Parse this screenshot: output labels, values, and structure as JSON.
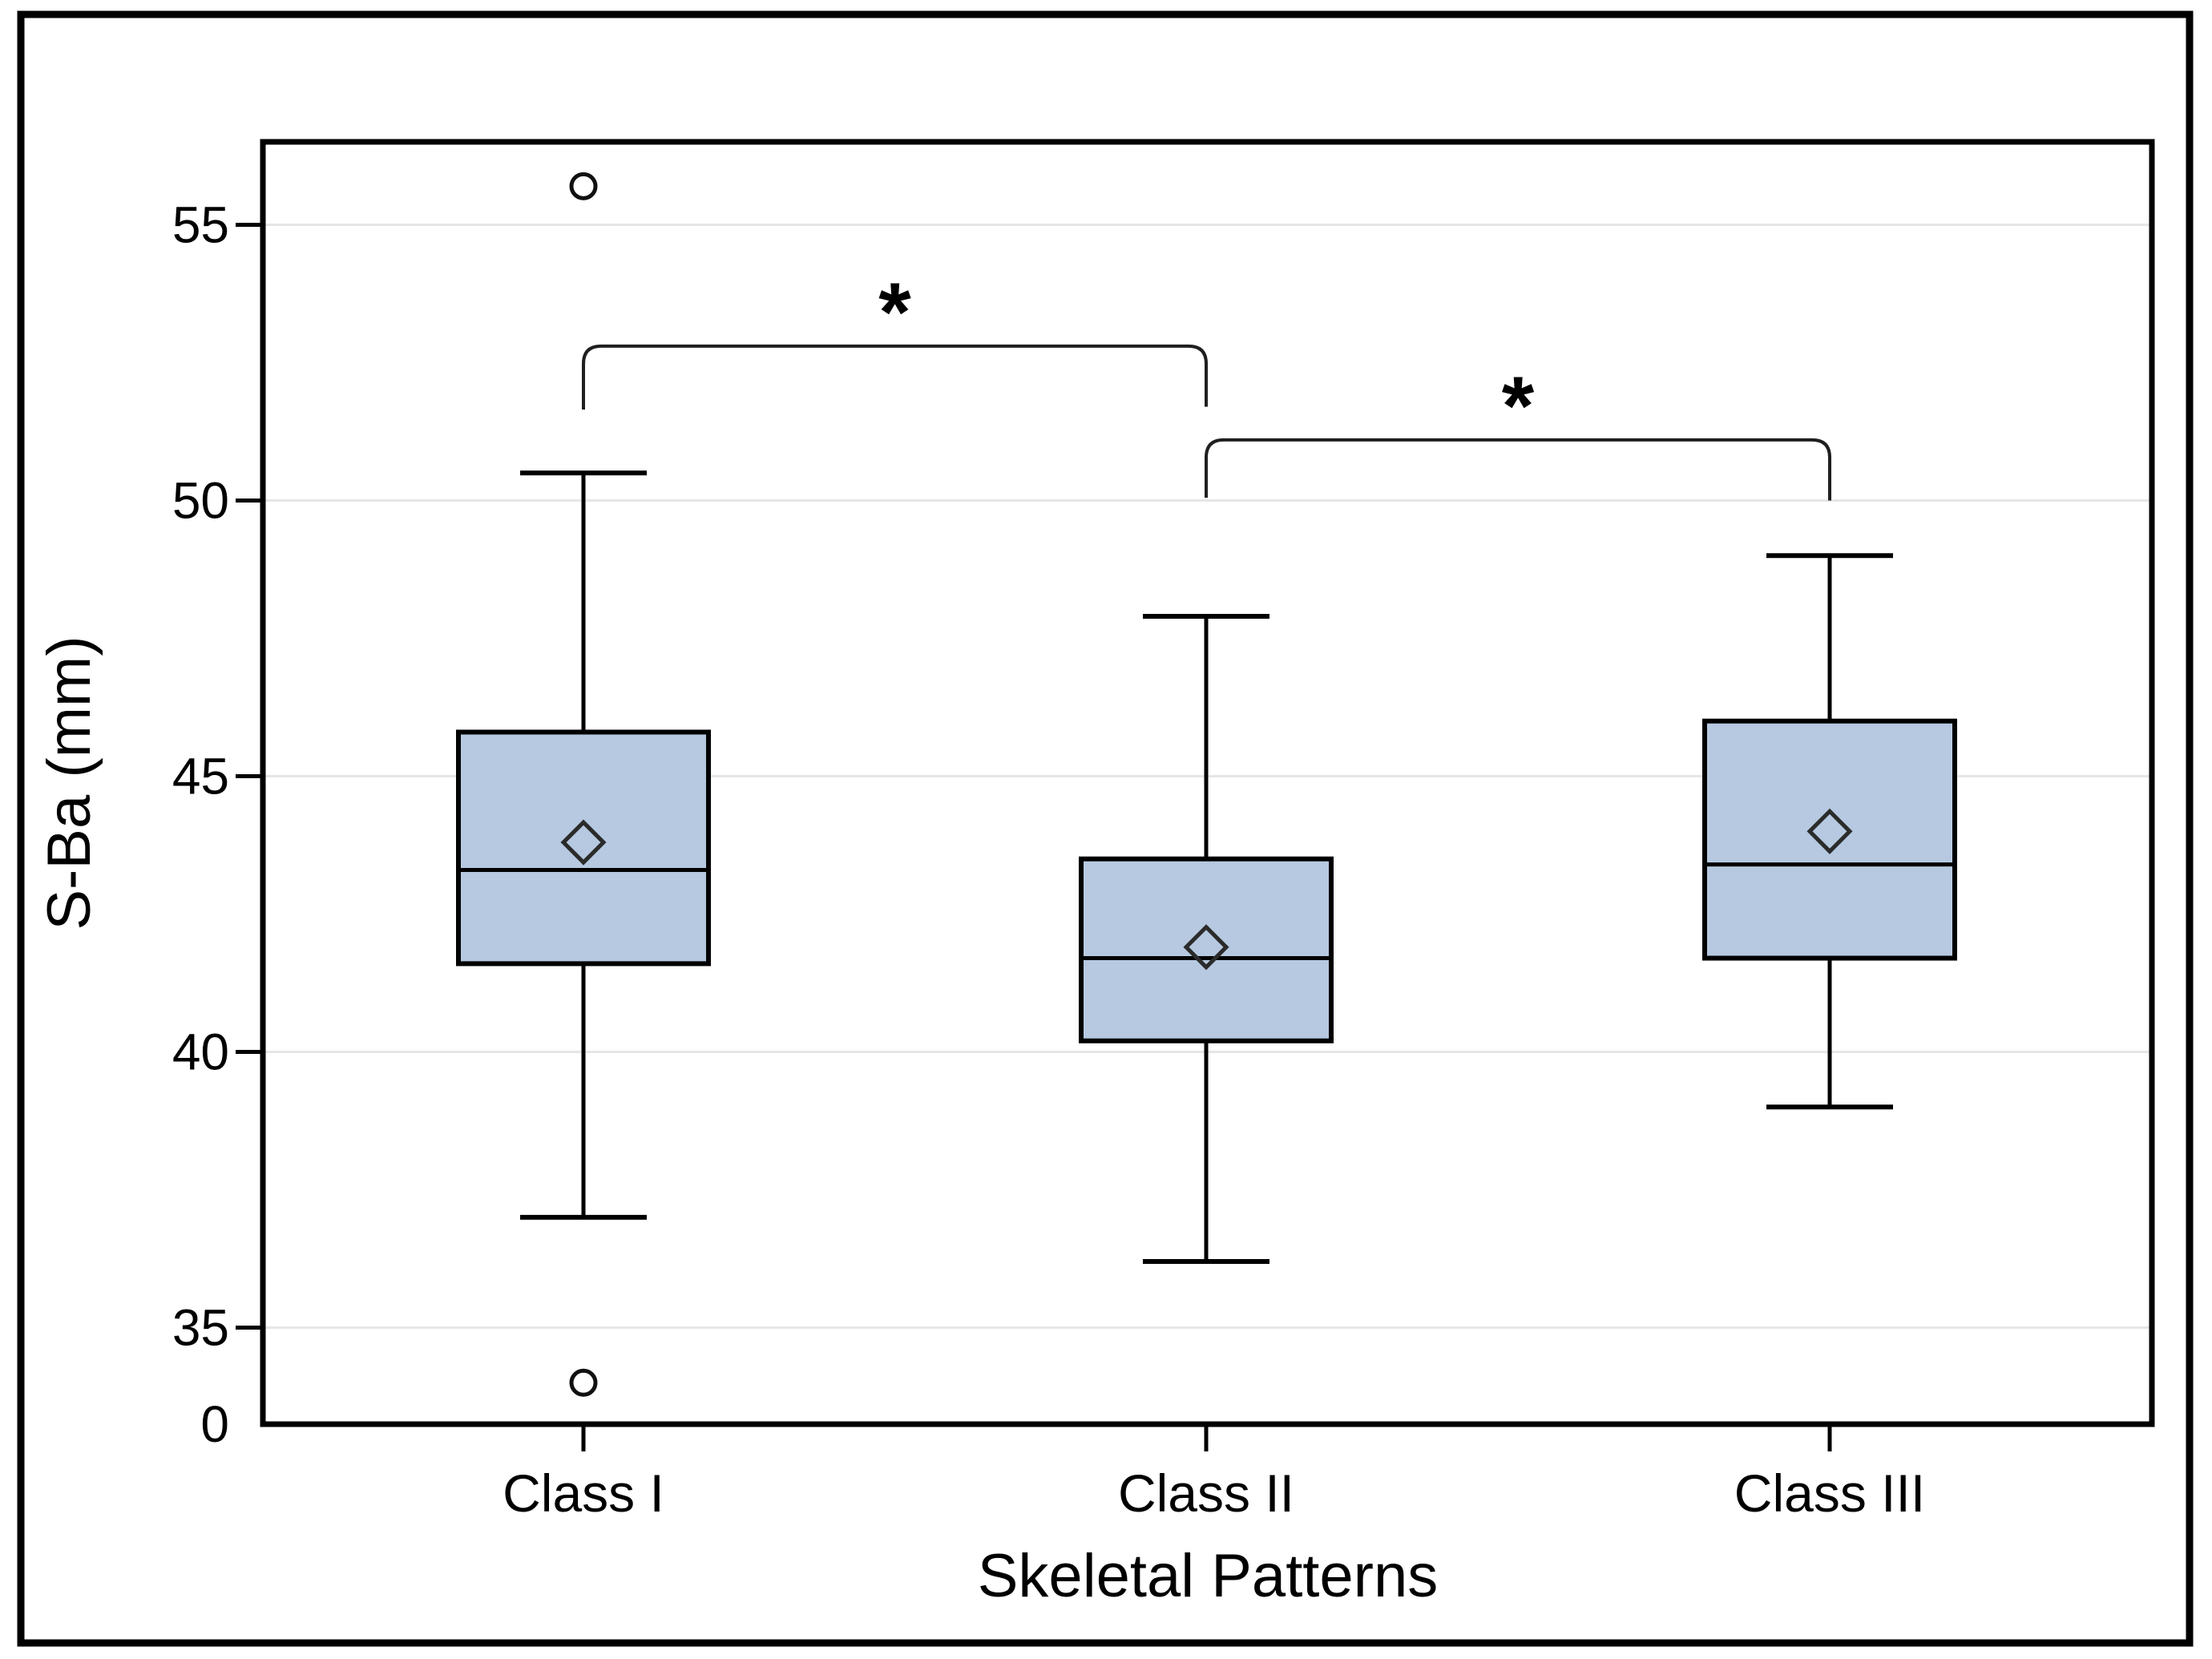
{
  "chart_data": {
    "type": "box",
    "title": "",
    "xlabel": "Skeletal Patterns",
    "ylabel": "S-Ba (mm)",
    "categories": [
      "Class I",
      "Class II",
      "Class III"
    ],
    "y_axis": {
      "ticks": [
        55,
        50,
        45,
        40,
        35
      ],
      "origin_label": "0",
      "ylim_shown": [
        33.25,
        56.5
      ],
      "grid": true,
      "note": "axis truncated below 35; origin labeled 0 at plot bottom"
    },
    "series": [
      {
        "name": "Class I",
        "whisker_low": 37.0,
        "q1": 41.6,
        "median": 43.3,
        "mean": 43.8,
        "q3": 45.8,
        "whisker_high": 50.5,
        "outliers": [
          55.7,
          34.0
        ]
      },
      {
        "name": "Class II",
        "whisker_low": 36.2,
        "q1": 40.2,
        "median": 41.7,
        "mean": 41.9,
        "q3": 43.5,
        "whisker_high": 47.9,
        "outliers": []
      },
      {
        "name": "Class III",
        "whisker_low": 39.0,
        "q1": 41.7,
        "median": 43.4,
        "mean": 44.0,
        "q3": 46.0,
        "whisker_high": 49.0,
        "outliers": []
      }
    ],
    "significance": [
      {
        "pair": [
          0,
          1
        ],
        "label": "*",
        "bar_mm": 52.8,
        "leg_end_mm": [
          51.65,
          51.7
        ]
      },
      {
        "pair": [
          1,
          2
        ],
        "label": "*",
        "bar_mm": 51.1,
        "leg_end_mm": [
          50.05,
          50.0
        ]
      }
    ],
    "colors": {
      "box_fill": "#b6c9e0",
      "box_stroke": "#000000",
      "grid": "#e6e6e6",
      "mean_marker": "#2b2b2b",
      "bracket": "#1f1f1f"
    }
  }
}
